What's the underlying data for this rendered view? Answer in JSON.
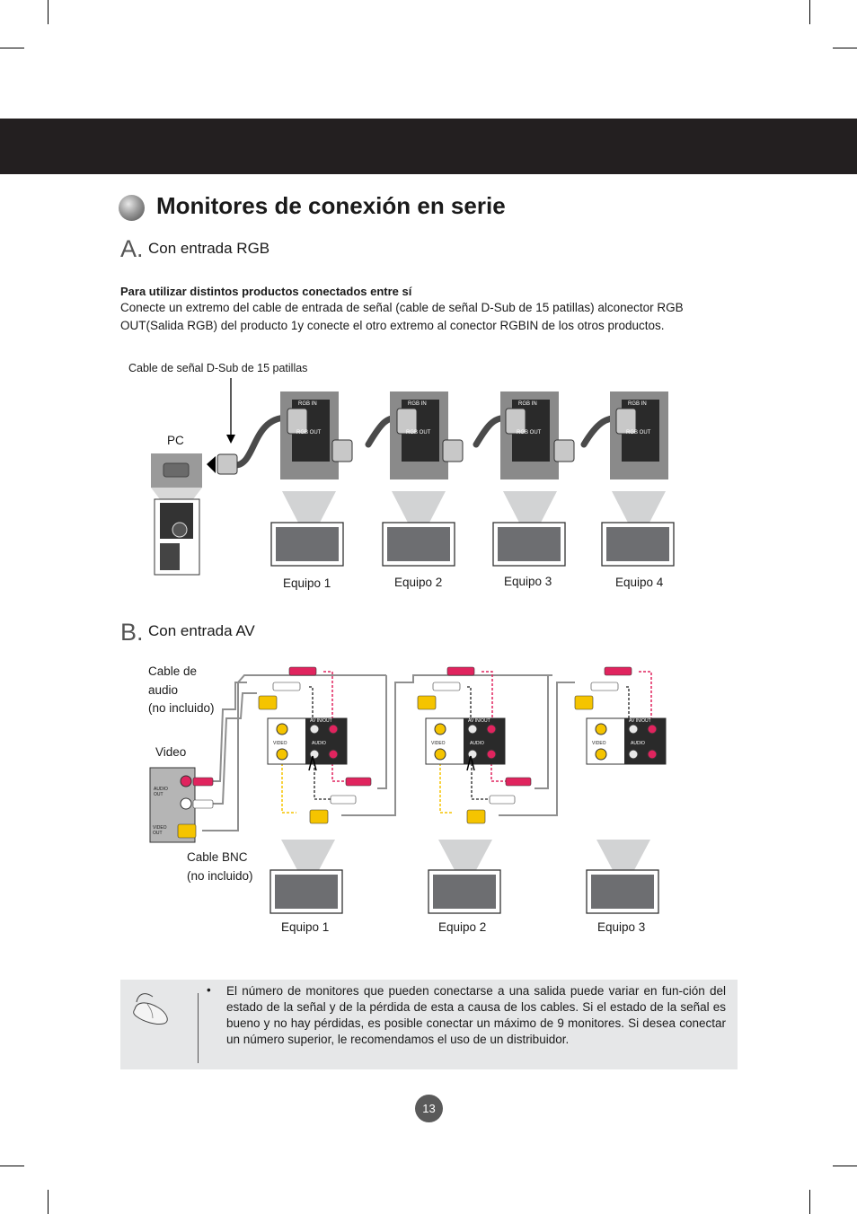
{
  "header": {
    "title": "Monitores de conexión en serie"
  },
  "section_a": {
    "letter": "A.",
    "title": "Con entrada RGB",
    "instructions_heading": "Para utilizar distintos productos conectados entre sí",
    "instructions_body": "Conecte un extremo del cable de entrada de señal (cable de señal D-Sub de 15 patillas) alconector RGB OUT(Salida RGB) del producto 1y conecte el otro extremo al conector RGBIN de los otros productos.",
    "cable_label": "Cable de señal D-Sub de 15 patillas",
    "pc_label": "PC",
    "port_in_label": "RGB IN",
    "port_out_label": "RGB OUT",
    "devices": [
      "Equipo 1",
      "Equipo 2",
      "Equipo 3",
      "Equipo 4"
    ]
  },
  "section_b": {
    "letter": "B.",
    "title": "Con entrada AV",
    "audio_cable_lines": [
      "Cable de",
      "audio",
      "(no incluido)"
    ],
    "video_label": "Video",
    "bnc_cable_lines": [
      "Cable BNC",
      "(no incluido)"
    ],
    "panel_header": "AV IN/OUT",
    "panel_video_label": "VIDEO",
    "panel_audio_label": "AUDIO",
    "source_audio_label": "AUDIO OUT",
    "source_video_label": "VIDEO OUT",
    "devices": [
      "Equipo 1",
      "Equipo 2",
      "Equipo 3"
    ]
  },
  "note": {
    "bullet": "•",
    "text": "El número de monitores que pueden conectarse a una salida puede variar en fun-ción del estado de la señal y de la pérdida de esta a causa de los cables. Si el estado de la señal es bueno y no hay pérdidas, es posible conectar un máximo de 9 monitores. Si desea conectar un número superior, le recomendamos el uso de un distribuidor."
  },
  "footer": {
    "page_number": "13"
  },
  "colors": {
    "top_bar": "#231f20",
    "panel_gray": "#8a8a8a",
    "audio_red": "#e0245e",
    "video_yellow": "#f5c400",
    "note_background": "#e6e7e8"
  }
}
